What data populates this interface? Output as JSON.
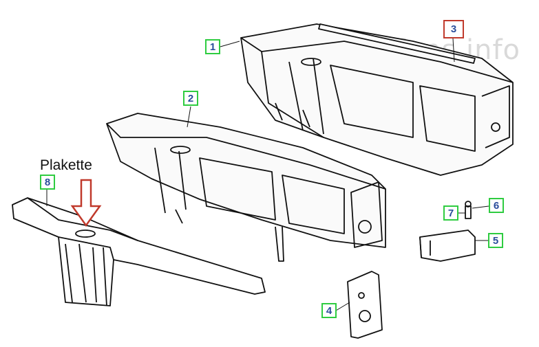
{
  "watermark": "BMWfans.info",
  "annotation_label": "Plakette",
  "callouts": [
    {
      "num": "1",
      "color": "green"
    },
    {
      "num": "2",
      "color": "green"
    },
    {
      "num": "3",
      "color": "red"
    },
    {
      "num": "4",
      "color": "green"
    },
    {
      "num": "5",
      "color": "green"
    },
    {
      "num": "6",
      "color": "green"
    },
    {
      "num": "7",
      "color": "green"
    },
    {
      "num": "8",
      "color": "green"
    }
  ],
  "colors": {
    "callout_border": "#2ecc40",
    "callout_highlight": "#c0392b",
    "callout_text": "#2a4d9b",
    "arrow": "#c0392b"
  }
}
